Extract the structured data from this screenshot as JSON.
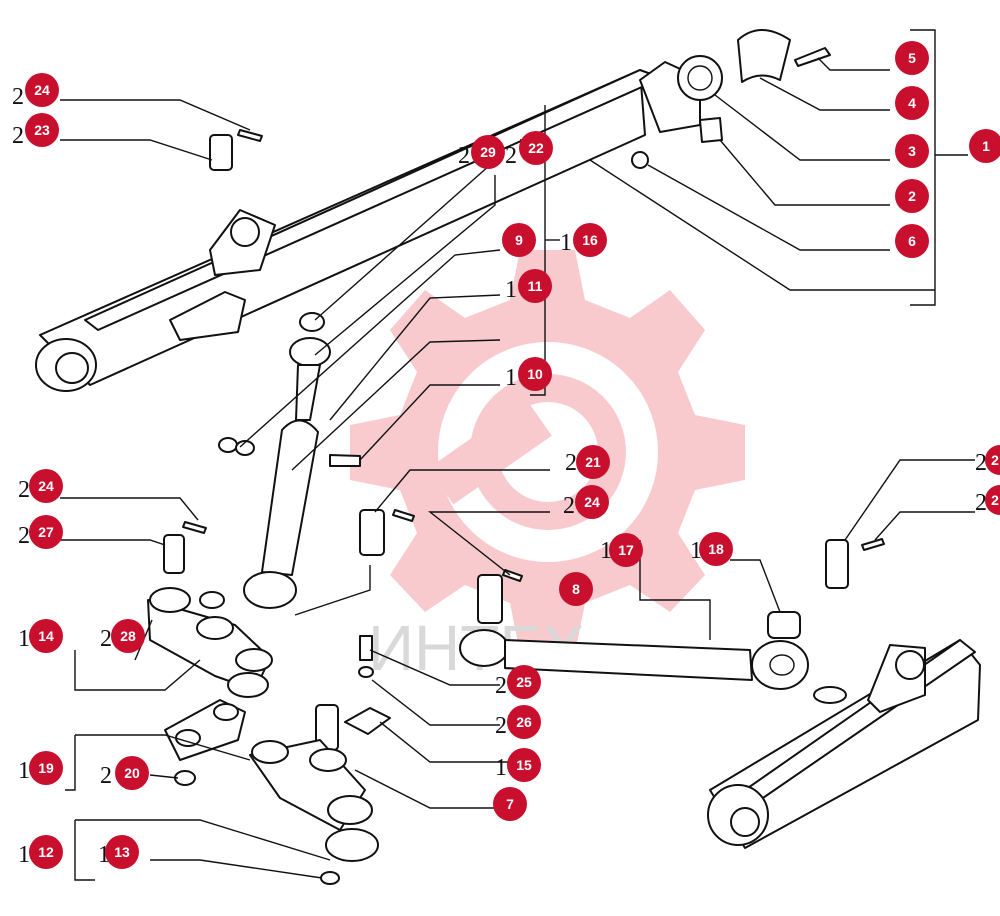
{
  "watermark": {
    "text": "ИНТЕХ",
    "color": "#f4a0a6"
  },
  "badge_color": "#c8102e",
  "callouts": [
    {
      "id": "c1",
      "label": "1"
    },
    {
      "id": "c2",
      "label": "2"
    },
    {
      "id": "c3",
      "label": "3"
    },
    {
      "id": "c4",
      "label": "4"
    },
    {
      "id": "c5",
      "label": "5"
    },
    {
      "id": "c6",
      "label": "6"
    },
    {
      "id": "c7",
      "label": "7"
    },
    {
      "id": "c8",
      "label": "8"
    },
    {
      "id": "c9",
      "label": "9"
    },
    {
      "id": "c10",
      "label": "10"
    },
    {
      "id": "c11",
      "label": "11"
    },
    {
      "id": "c12",
      "label": "12"
    },
    {
      "id": "c13",
      "label": "13"
    },
    {
      "id": "c14",
      "label": "14"
    },
    {
      "id": "c15",
      "label": "15"
    },
    {
      "id": "c16",
      "label": "16"
    },
    {
      "id": "c17",
      "label": "17"
    },
    {
      "id": "c18",
      "label": "18"
    },
    {
      "id": "c19",
      "label": "19"
    },
    {
      "id": "c20",
      "label": "20"
    },
    {
      "id": "c21",
      "label": "21"
    },
    {
      "id": "c22",
      "label": "22"
    },
    {
      "id": "c23",
      "label": "23"
    },
    {
      "id": "c24a",
      "label": "24"
    },
    {
      "id": "c24b",
      "label": "24"
    },
    {
      "id": "c24c",
      "label": "24"
    },
    {
      "id": "c25",
      "label": "25"
    },
    {
      "id": "c26",
      "label": "26"
    },
    {
      "id": "c27",
      "label": "27"
    },
    {
      "id": "c28",
      "label": "28"
    },
    {
      "id": "c29",
      "label": "29"
    },
    {
      "id": "cR1",
      "label": "2"
    },
    {
      "id": "cR2",
      "label": "2"
    }
  ]
}
